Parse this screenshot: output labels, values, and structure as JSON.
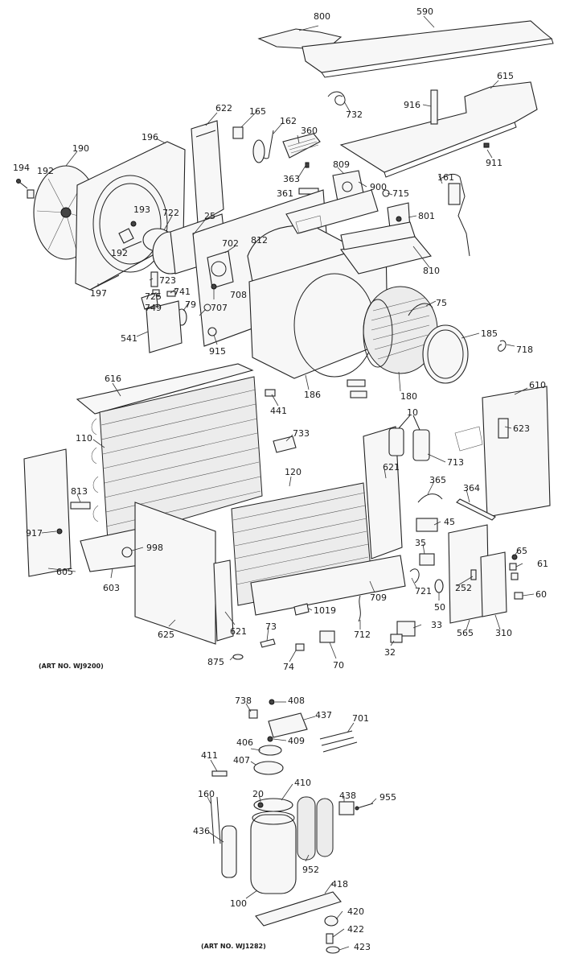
{
  "title": "",
  "captions": {
    "upper": "(ART NO. WJ9200)",
    "lower": "(ART NO. WJ1282)"
  },
  "labels": {
    "p800": "800",
    "p590": "590",
    "p615": "615",
    "p732": "732",
    "p916": "916",
    "p911": "911",
    "p622": "622",
    "p165": "165",
    "p162": "162",
    "p360": "360",
    "p363": "363",
    "p361": "361",
    "p809": "809",
    "p900": "900",
    "p715": "715",
    "p801": "801",
    "p161": "161",
    "p190": "190",
    "p196": "196",
    "p194": "194",
    "p192a": "192",
    "p193": "193",
    "p192b": "192",
    "p722": "722",
    "p25": "25",
    "p812": "812",
    "p702": "702",
    "p708": "708",
    "p707": "707",
    "p810": "810",
    "p197": "197",
    "p723": "723",
    "p725": "725",
    "p749": "749",
    "p741": "741",
    "p79": "79",
    "p541": "541",
    "p915": "915",
    "p75": "75",
    "p185": "185",
    "p718": "718",
    "p186": "186",
    "p180": "180",
    "p616": "616",
    "p441": "441",
    "p10": "10",
    "p610": "610",
    "p623": "623",
    "p110": "110",
    "p733": "733",
    "p713": "713",
    "p120": "120",
    "p621a": "621",
    "p365": "365",
    "p364": "364",
    "p813": "813",
    "p45": "45",
    "p917": "917",
    "p998": "998",
    "p35": "35",
    "p65": "65",
    "p61": "61",
    "p605": "605",
    "p603": "603",
    "p709": "709",
    "p252": "252",
    "p721": "721",
    "p50": "50",
    "p60": "60",
    "p1019": "1019",
    "p621b": "621",
    "p625": "625",
    "p712": "712",
    "p33": "33",
    "p565": "565",
    "p310": "310",
    "p73": "73",
    "p32": "32",
    "p74": "74",
    "p70": "70",
    "p875": "875",
    "p738": "738",
    "p408": "408",
    "p437": "437",
    "p701": "701",
    "p409": "409",
    "p406": "406",
    "p411": "411",
    "p407": "407",
    "p410": "410",
    "p160": "160",
    "p20": "20",
    "p438": "438",
    "p955": "955",
    "p436": "436",
    "p952": "952",
    "p418": "418",
    "p100": "100",
    "p420": "420",
    "p422": "422",
    "p423": "423"
  },
  "colors": {
    "line": "#222222",
    "background": "#ffffff",
    "dark_fill": "#444444"
  }
}
